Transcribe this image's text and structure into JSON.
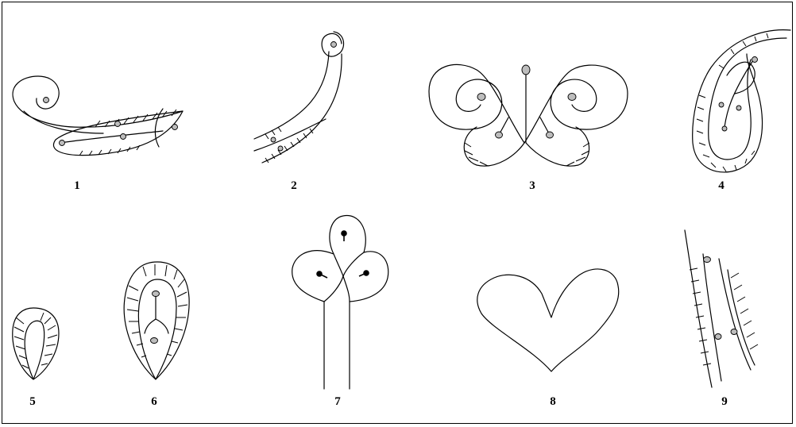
{
  "figures": [
    {
      "label": "1",
      "icon": "scroll-curl-icon"
    },
    {
      "label": "2",
      "icon": "hook-stem-icon"
    },
    {
      "label": "3",
      "icon": "double-spiral-icon"
    },
    {
      "label": "4",
      "icon": "hooded-loop-icon"
    },
    {
      "label": "5",
      "icon": "drop-shape-icon"
    },
    {
      "label": "6",
      "icon": "pointed-oval-icon"
    },
    {
      "label": "7",
      "icon": "trefoil-stem-icon"
    },
    {
      "label": "8",
      "icon": "heart-shape-icon"
    },
    {
      "label": "9",
      "icon": "tapered-stem-icon"
    }
  ],
  "colors": {
    "stroke": "#000000",
    "dot_fill": "#bdbdbd",
    "background": "#ffffff"
  }
}
